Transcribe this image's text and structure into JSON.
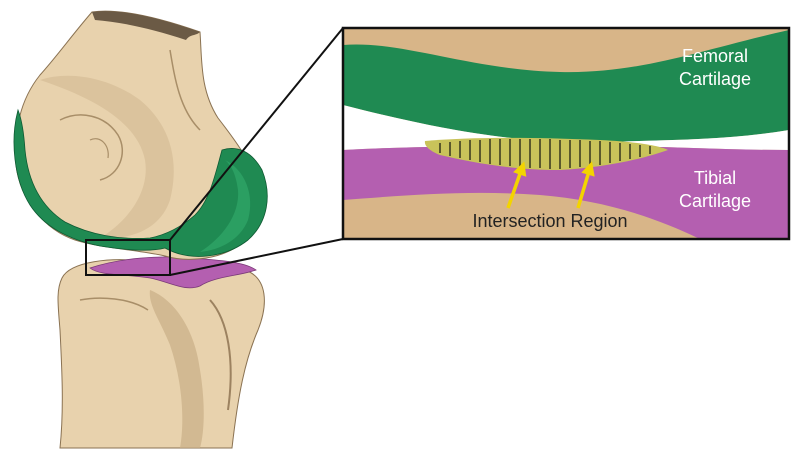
{
  "labels": {
    "femoral": [
      "Femoral",
      "Cartilage"
    ],
    "tibial": [
      "Tibial",
      "Cartilage"
    ],
    "intersection": "Intersection Region"
  },
  "colors": {
    "bone": "#e8d2ad",
    "bone_shade": "#b89d75",
    "bone_inset": "#d8b588",
    "femoral_cartilage": "#1f8a52",
    "tibial_cartilage": "#b45fb0",
    "intersection": "#c9c35a",
    "arrow": "#f3d400",
    "outline": "#111111"
  },
  "icons": {
    "knee": "knee-joint-3d-model",
    "callout": "zoom-callout"
  }
}
